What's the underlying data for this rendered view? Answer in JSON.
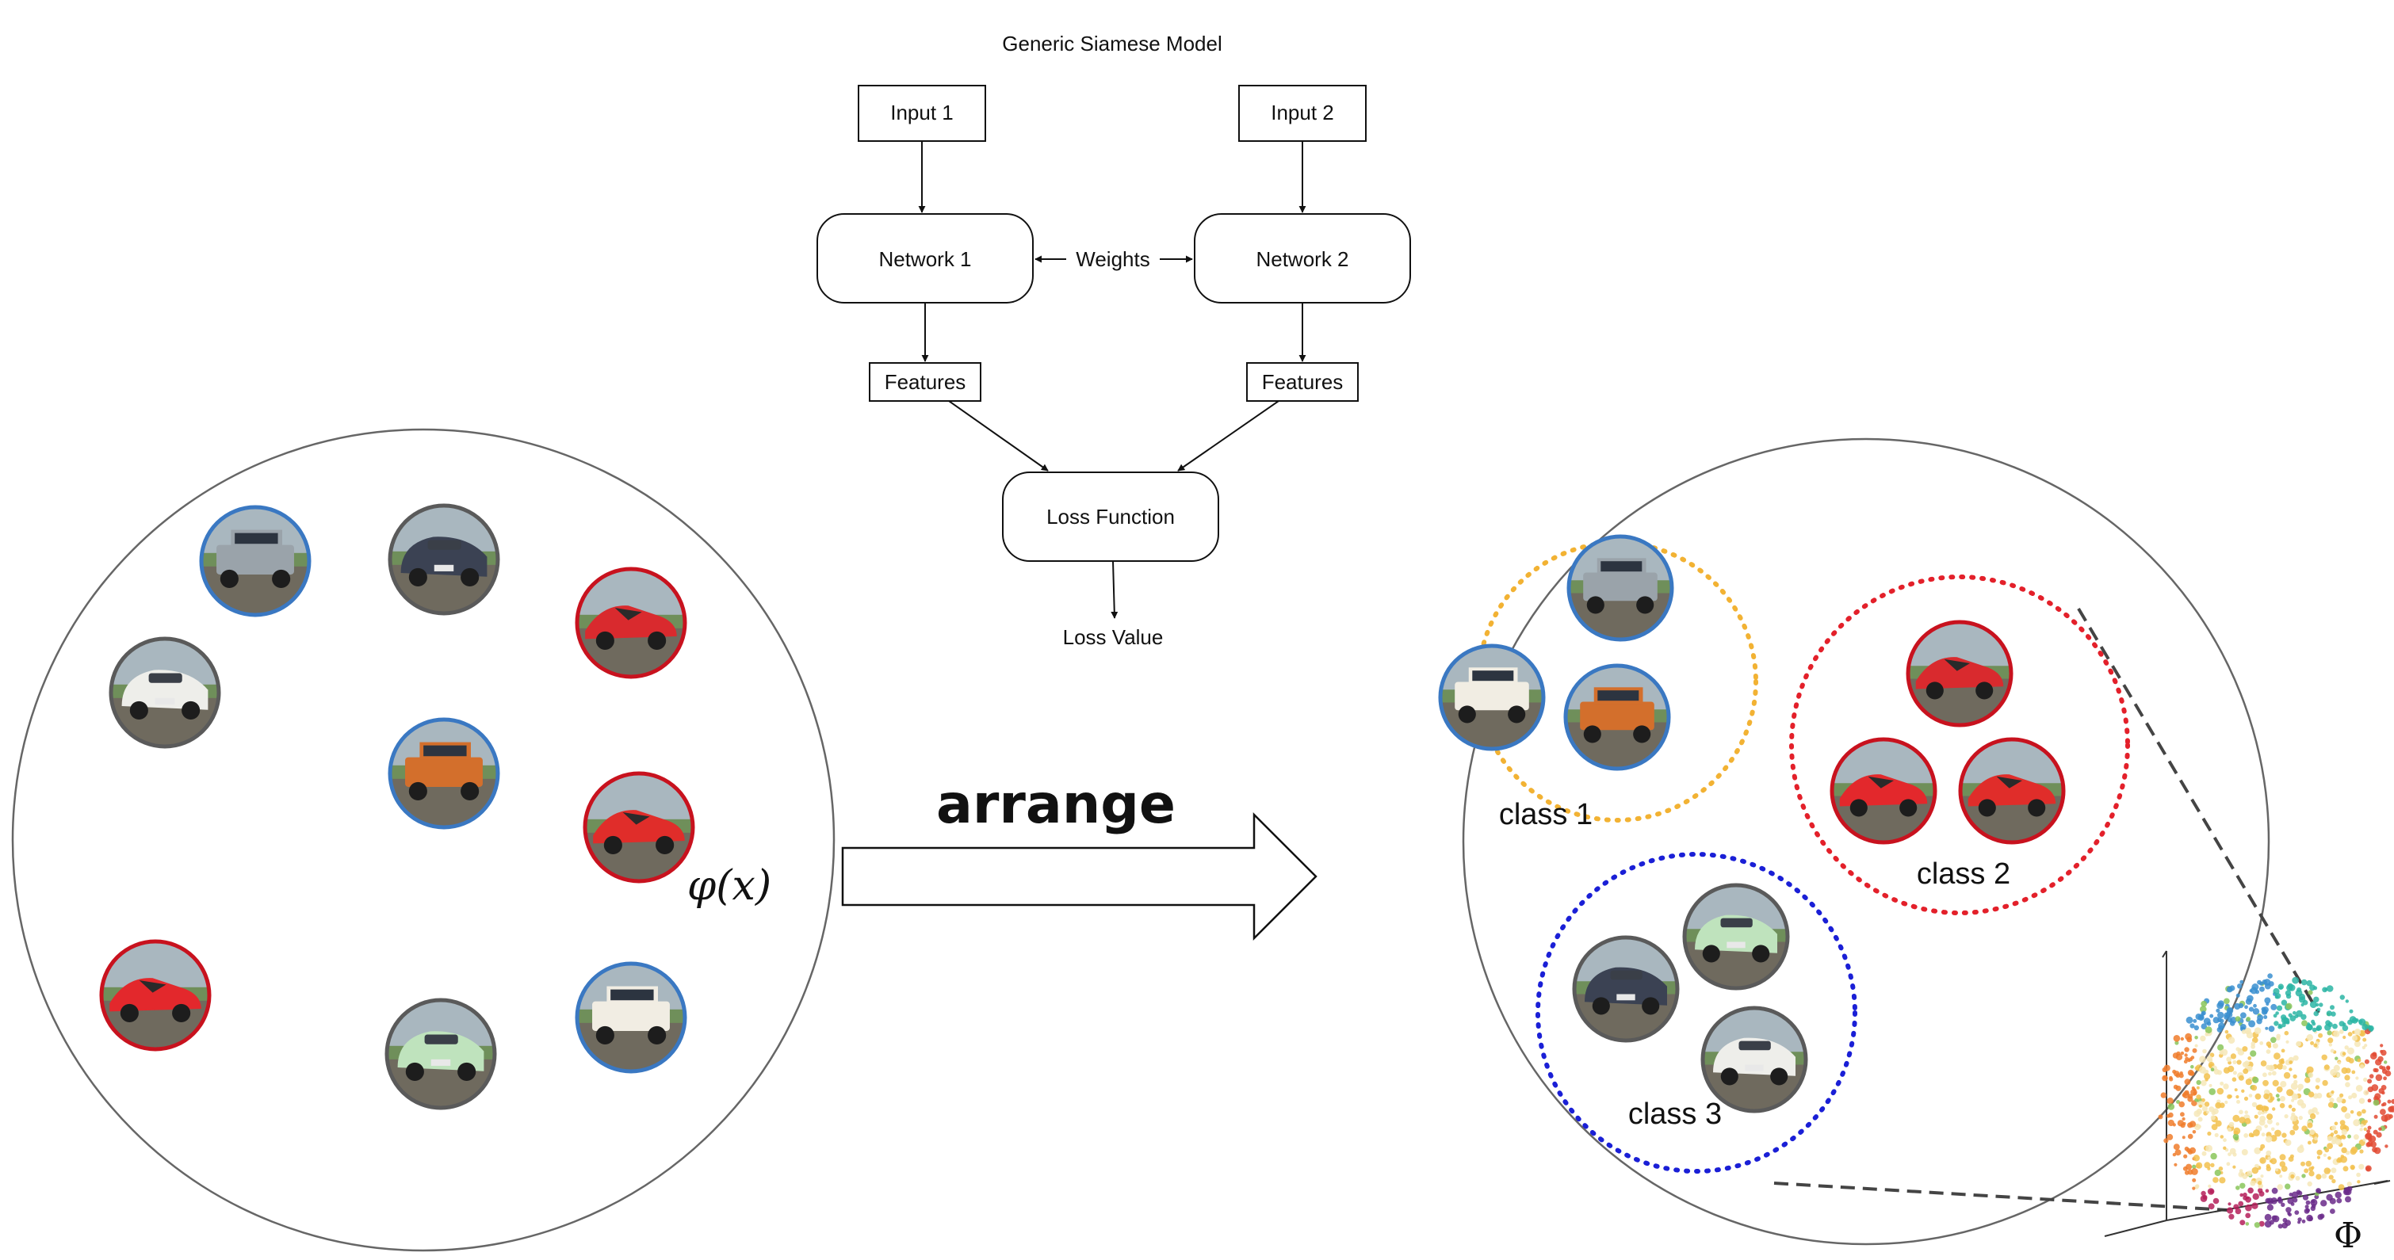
{
  "diagram": {
    "title": "Generic Siamese Model",
    "input1": "Input 1",
    "input2": "Input 2",
    "network1": "Network 1",
    "network2": "Network 2",
    "weights": "Weights",
    "features1": "Features",
    "features2": "Features",
    "loss_function": "Loss Function",
    "loss_value": "Loss Value"
  },
  "arrange_label": "arrange",
  "embedding_label": "φ(x)",
  "classes": {
    "class1": "class 1",
    "class2": "class 2",
    "class3": "class 3"
  },
  "sphere_label": "Φ",
  "colors": {
    "class1_ring": "#f2b233",
    "class2_ring": "#e3202a",
    "class3_ring": "#1a1fd6",
    "hummer_border": "#3a78c2",
    "ferrari_border": "#c8121e",
    "bentley_border": "#5a5a5a"
  },
  "thumbnails": [
    {
      "car": "hummer",
      "color": "#9aa3aa"
    },
    {
      "car": "bentley",
      "color": "#3b4253"
    },
    {
      "car": "ferrari",
      "color": "#d92a2e"
    },
    {
      "car": "bentley",
      "color": "#eeeeea"
    },
    {
      "car": "hummer",
      "color": "#d36f2c"
    },
    {
      "car": "ferrari",
      "color": "#e02d2a"
    },
    {
      "car": "ferrari",
      "color": "#e3282c"
    },
    {
      "car": "bentley",
      "color": "#bfe3bd"
    },
    {
      "car": "hummer",
      "color": "#f1ede3"
    }
  ]
}
